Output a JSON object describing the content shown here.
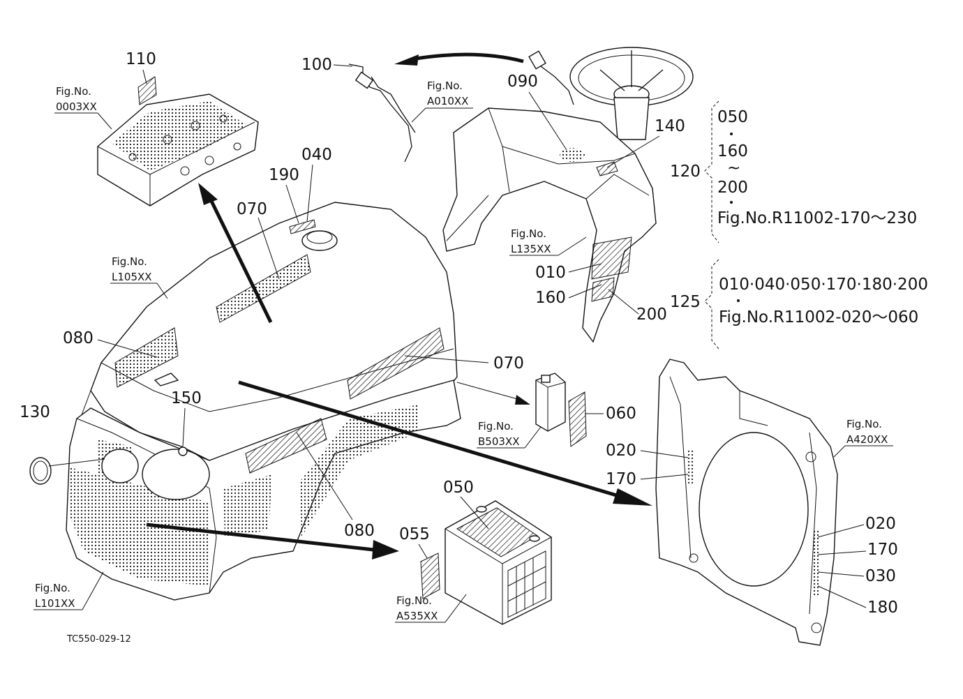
{
  "drawing_id": "TC550-029-12",
  "fig_refs": {
    "engine_head": "Fig.No.\n0003XX",
    "wiring": "Fig.No.\nA010XX",
    "bonnet": "Fig.No.\nL105XX",
    "dash_panel": "Fig.No.\nL135XX",
    "toolbox": "Fig.No.\nB503XX",
    "radiator_frame": "Fig.No.\nA420XX",
    "battery": "Fig.No.\nA535XX",
    "front_grille": "Fig.No.\nL101XX"
  },
  "callouts": {
    "c110": "110",
    "c100": "100",
    "c090": "090",
    "c140": "140",
    "c190": "190",
    "c040": "040",
    "c070_top": "070",
    "c070_side": "070",
    "c080_top": "080",
    "c080_bottom": "080",
    "c150": "150",
    "c130": "130",
    "c060": "060",
    "c010": "010",
    "c160": "160",
    "c200": "200",
    "c020_a": "020",
    "c170_a": "170",
    "c020_b": "020",
    "c170_b": "170",
    "c030": "030",
    "c180": "180",
    "c050": "050",
    "c055": "055"
  },
  "brace_120": {
    "label": "120",
    "line1": "050",
    "line2": "160",
    "tilde": "~",
    "line3": "200",
    "line4": "Fig.No.R11002-170～230"
  },
  "brace_125": {
    "label": "125",
    "line1": "010·040·050·170·180·200",
    "line2": "Fig.No.R11002-020～060"
  }
}
